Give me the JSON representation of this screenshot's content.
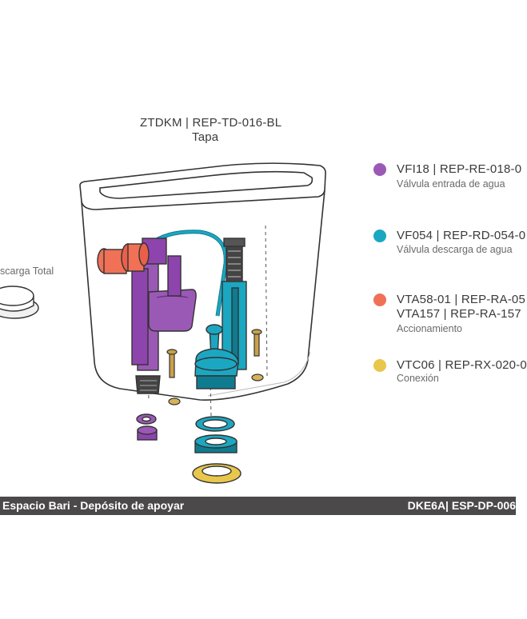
{
  "top_label": {
    "code": "ZTDKM | REP-TD-016-BL",
    "name": "Tapa"
  },
  "left_label": "scarga Total",
  "legend": [
    {
      "color": "#9b59b6",
      "code": "VFI18 | REP-RE-018-0",
      "desc": "Válvula entrada de agua"
    },
    {
      "color": "#1ba7c1",
      "code": "VF054 | REP-RD-054-0",
      "desc": "Válvula descarga de agua"
    },
    {
      "color": "#f07156",
      "code": "VTA58-01 | REP-RA-05",
      "code2": "VTA157 | REP-RA-157",
      "desc": "Accionamiento"
    },
    {
      "color": "#e9c64c",
      "code": "VTC06 | REP-RX-020-0",
      "desc": "Conexión"
    }
  ],
  "footer": {
    "left": "Espacio Bari - Depósito de apoyar",
    "right": "DKE6A| ESP-DP-006"
  },
  "colors": {
    "outline": "#333333",
    "tank_fill": "#ffffff",
    "purple": "#9b59b6",
    "purple_dark": "#6c3483",
    "teal": "#1ba7c1",
    "teal_dark": "#0f7b8f",
    "orange": "#f07156",
    "yellow": "#e9c64c",
    "brass": "#c9a14a"
  }
}
